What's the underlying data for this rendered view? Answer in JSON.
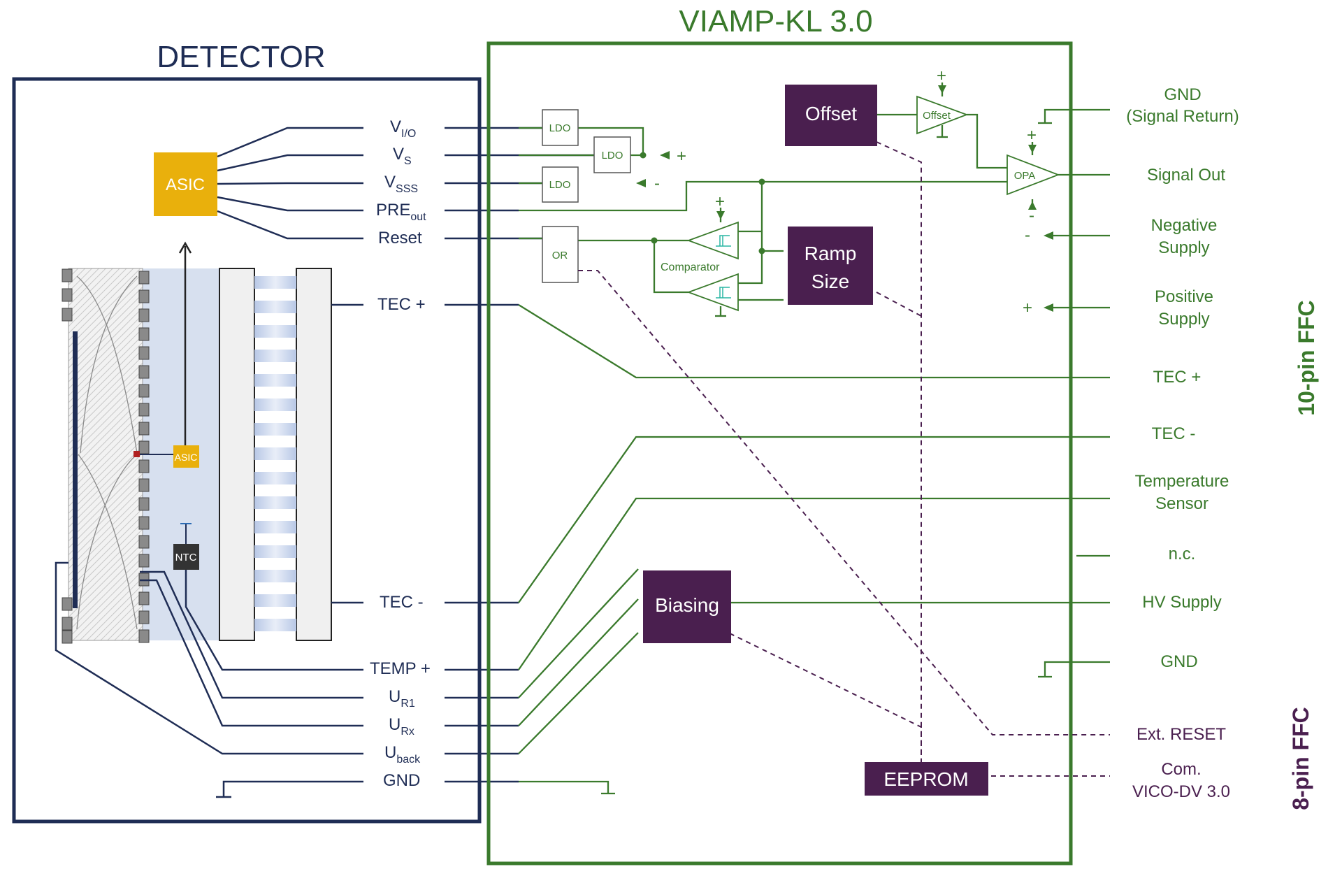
{
  "colors": {
    "navy": "#1f2d55",
    "green": "#3a7a2c",
    "purple": "#4a1f4f",
    "asic": "#e9b00c",
    "ntc": "#333333",
    "detector_fill": "#d7e0ef",
    "cyan": "#29b5a3"
  },
  "detector": {
    "title": "DETECTOR",
    "asic_label": "ASIC",
    "asic_small_label": "ASIC",
    "ntc_label": "NTC",
    "pins": {
      "vio": {
        "main": "V",
        "sub": "I/O"
      },
      "vs": {
        "main": "V",
        "sub": "S"
      },
      "vsss": {
        "main": "V",
        "sub": "SSS"
      },
      "preout": {
        "main": "PRE",
        "sub": "out"
      },
      "reset": {
        "main": "Reset"
      },
      "tec_plus": {
        "main": "TEC +"
      },
      "tec_minus": {
        "main": "TEC -"
      },
      "temp_plus": {
        "main": "TEMP +"
      },
      "ur1": {
        "main": "U",
        "sub": "R1"
      },
      "urx": {
        "main": "U",
        "sub": "Rx"
      },
      "uback": {
        "main": "U",
        "sub": "back"
      },
      "gnd": {
        "main": "GND"
      }
    }
  },
  "viamp": {
    "title": "VIAMP-KL 3.0",
    "blocks": {
      "ldo1": "LDO",
      "ldo2": "LDO",
      "ldo3": "LDO",
      "or": "OR",
      "offset_block": "Offset",
      "offset_amp": "Offset",
      "opa": "OPA",
      "comparator": "Comparator",
      "ramp_line1": "Ramp",
      "ramp_line2": "Size",
      "biasing": "Biasing",
      "eeprom": "EEPROM"
    },
    "signs": {
      "plus": "+",
      "minus": "-"
    }
  },
  "connectors": {
    "ten_pin": "10-pin FFC",
    "eight_pin": "8-pin FFC",
    "labels": {
      "gnd_return_1": "GND",
      "gnd_return_2": "(Signal Return)",
      "signal_out": "Signal Out",
      "neg_1": "Negative",
      "neg_2": "Supply",
      "pos_1": "Positive",
      "pos_2": "Supply",
      "tec_plus": "TEC +",
      "tec_minus": "TEC -",
      "temp_1": "Temperature",
      "temp_2": "Sensor",
      "nc": "n.c.",
      "hv": "HV Supply",
      "gnd": "GND",
      "ext_reset": "Ext. RESET",
      "com_1": "Com.",
      "com_2": "VICO-DV 3.0"
    }
  }
}
